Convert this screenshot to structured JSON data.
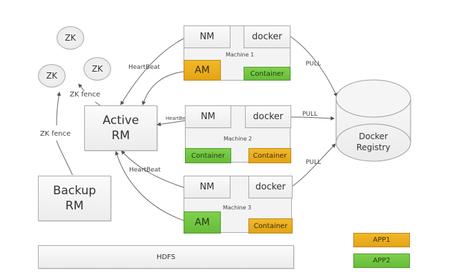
{
  "diagram": {
    "zookeeper": {
      "nodes": [
        {
          "label": "ZK"
        },
        {
          "label": "ZK"
        },
        {
          "label": "ZK"
        }
      ]
    },
    "active_rm": {
      "line1": "Active",
      "line2": "RM"
    },
    "backup_rm": {
      "line1": "Backup",
      "line2": "RM"
    },
    "machines": [
      {
        "title": "Machine 1",
        "nm": "NM",
        "docker": "docker",
        "slots": [
          {
            "label": "AM",
            "app": "APP1"
          },
          {
            "label": "Container",
            "app": "APP2"
          }
        ]
      },
      {
        "title": "Machine 2",
        "nm": "NM",
        "docker": "docker",
        "slots": [
          {
            "label": "Container",
            "app": "APP2"
          },
          {
            "label": "Container",
            "app": "APP1"
          }
        ]
      },
      {
        "title": "Machine 3",
        "nm": "NM",
        "docker": "docker",
        "slots": [
          {
            "label": "AM",
            "app": "APP2"
          },
          {
            "label": "Container",
            "app": "APP1"
          }
        ]
      }
    ],
    "registry": {
      "line1": "Docker",
      "line2": "Registry"
    },
    "hdfs": {
      "label": "HDFS"
    },
    "edge_labels": {
      "heartbeat_1": "HeartBeat",
      "heartbeat_2": "HeartBeat",
      "heartbeat_3": "HeartBeat",
      "zk_fence_active": "ZK fence",
      "zk_fence_backup": "ZK fence",
      "pull_1": "PULL",
      "pull_2": "PULL",
      "pull_3": "PULL"
    },
    "legend": [
      {
        "label": "APP1",
        "color": "#eba91c"
      },
      {
        "label": "APP2",
        "color": "#72c444"
      }
    ],
    "colors": {
      "app1": "#eba91c",
      "app2": "#72c444",
      "box_border": "#a9a9a9",
      "line": "#555555"
    }
  }
}
